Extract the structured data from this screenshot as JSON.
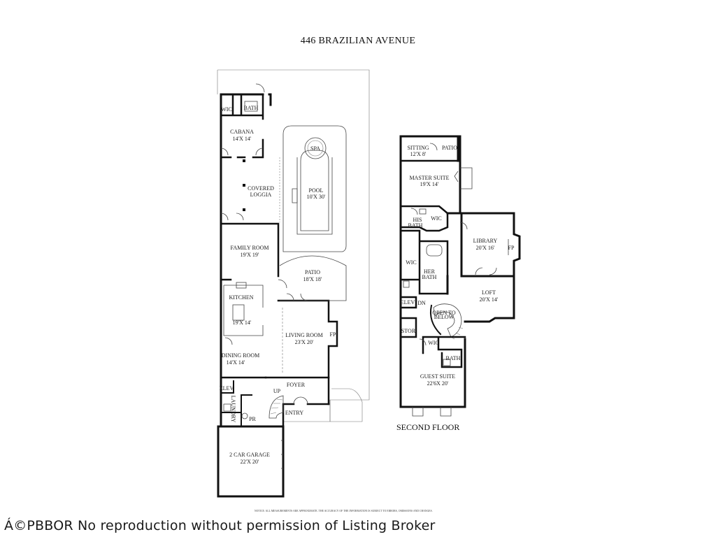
{
  "title": "446 BRAZILIAN AVENUE",
  "second_floor_label": "SECOND FLOOR",
  "notice": "NOTICE: ALL MEASUREMENTS ARE APPROXIMATE. THE ACCURACY OF THE INFORMATION IS SUBJECT TO ERRORS, OMISSIONS AND CHANGES.",
  "watermark": "Á©PBBOR No reproduction without permission of Listing Broker",
  "first_floor": {
    "wic": "WIC",
    "bath": "BATH",
    "cabana": "CABANA",
    "cabana_dim": "14'X 14'",
    "spa": "SPA",
    "covered_loggia_1": "COVERED",
    "covered_loggia_2": "LOGGIA",
    "pool": "POOL",
    "pool_dim": "10'X 30'",
    "family_room": "FAMILY ROOM",
    "family_room_dim": "19'X 19'",
    "patio": "PATIO",
    "patio_dim": "18'X 18'",
    "kitchen": "KITCHEN",
    "kitchen_dim": "19'X 14'",
    "living_room": "LIVING ROOM",
    "living_room_dim": "23'X 20'",
    "fp": "FP",
    "dining_room": "DINING ROOM",
    "dining_room_dim": "14'X 14'",
    "elev": "ELEV",
    "up": "UP",
    "foyer": "FOYER",
    "laundry": "LAUNDRY",
    "pr": "PR",
    "entry": "ENTRY",
    "garage": "2 CAR GARAGE",
    "garage_dim": "22'X 20'"
  },
  "second_floor": {
    "sitting": "SITTING",
    "sitting_dim": "12'X 8'",
    "patio": "PATIO",
    "master_suite": "MASTER SUITE",
    "master_suite_dim": "19'X 14'",
    "his_bath_1": "HIS",
    "his_bath_2": "BATH",
    "wic": "WIC",
    "library": "LIBRARY",
    "library_dim": "20'X 16'",
    "fp": "FP",
    "wic_2": "WIC",
    "her_bath_1": "HER",
    "her_bath_2": "BATH",
    "loft": "LOFT",
    "loft_dim": "20'X 14'",
    "elev": "ELEV",
    "dn": "DN",
    "open_to_below_1": "OPEN TO",
    "open_to_below_2": "BELOW",
    "stor": "STOR",
    "wic_3": "WIC",
    "bath": "BATH",
    "guest_suite": "GUEST SUITE",
    "guest_suite_dim": "22'6X 20'"
  }
}
